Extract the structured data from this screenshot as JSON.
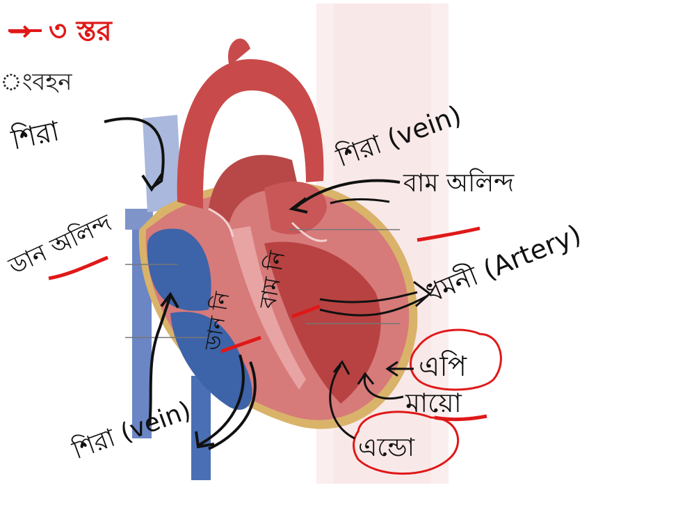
{
  "colors": {
    "ink": "#111111",
    "red_ink": "#e01818",
    "heart_red": "#c94a4a",
    "heart_blue": "#3d63a8",
    "pericardium": "#d9b36a",
    "watermark": "#f6dede"
  },
  "header": {
    "arrow": "→",
    "title_red": "৩ স্তর",
    "typed_text": "ংবহন"
  },
  "labels": {
    "vein_top_left": "শিরা",
    "right_atrium": "ডান অলিন্দ",
    "vein_top_right": "শিরা (vein)",
    "left_atrium": "বাম অলিন্দ",
    "left_ventricle": "বাম নি",
    "right_ventricle": "ডান নি",
    "artery": "ধমনী (Artery)",
    "epi": "এপি",
    "myo": "মায়ো",
    "endo": "এন্ডো",
    "vein_bottom_left": "শিরা (vein)"
  }
}
